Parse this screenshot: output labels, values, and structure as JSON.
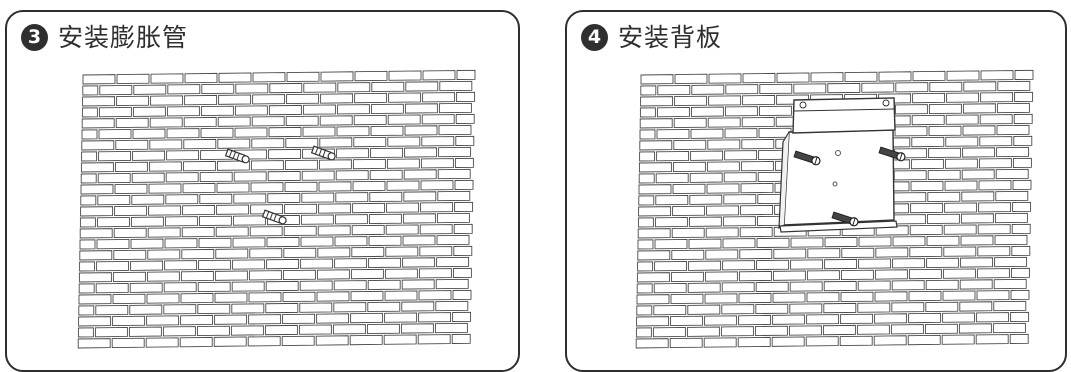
{
  "steps": [
    {
      "number": "3",
      "title": "安装膨胀管"
    },
    {
      "number": "4",
      "title": "安装背板"
    }
  ]
}
